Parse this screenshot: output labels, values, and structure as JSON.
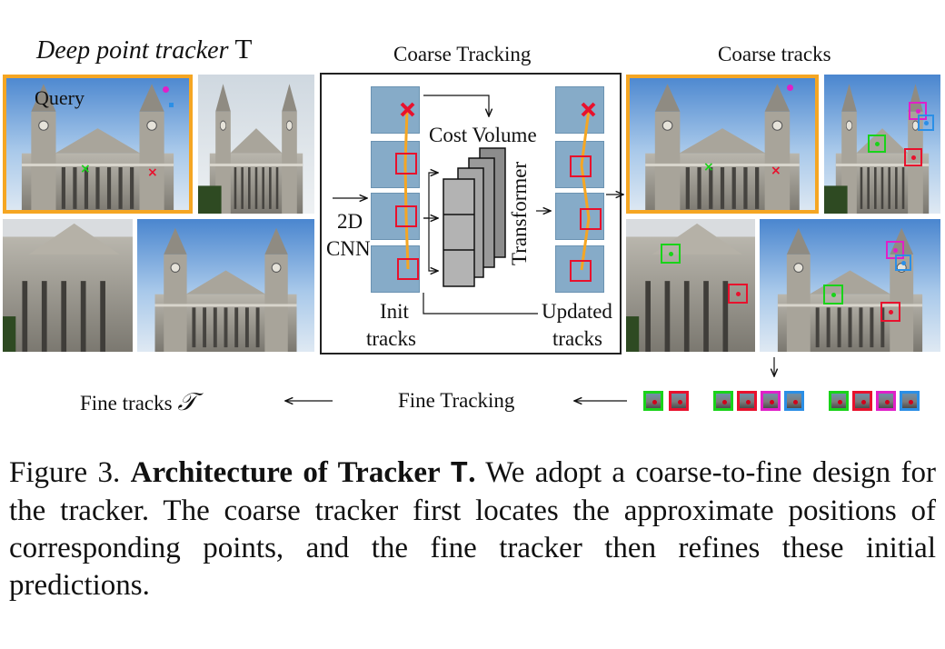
{
  "figure": {
    "title_main": "Deep point tracker ",
    "title_symbol": "T",
    "query_label": "Query",
    "coarse_tracking_label": "Coarse Tracking",
    "coarse_tracks_label": "Coarse tracks",
    "cost_volume_label": "Cost Volume",
    "transformer_label": "Transformer",
    "cnn_label_line1": "2D",
    "cnn_label_line2": "CNN",
    "init_tracks_line1": "Init",
    "init_tracks_line2": "tracks",
    "updated_tracks_line1": "Updated",
    "updated_tracks_line2": "tracks",
    "fine_tracks_label": "Fine tracks ",
    "fine_tracks_symbol": "𝒯",
    "fine_tracking_label": "Fine Tracking",
    "colors": {
      "query_border": "#f5a623",
      "red": "#e8112d",
      "green": "#19d319",
      "magenta": "#e020c8",
      "blue": "#2b8fe6"
    }
  },
  "caption": {
    "prefix": "Figure 3. ",
    "bold": "Architecture of Tracker ",
    "bold_mono": "T",
    "bold_end": ".",
    "text": " We adopt a coarse-to-fine design for the tracker. The coarse tracker first locates the approximate positions of corresponding points, and the fine tracker then refines these initial predictions."
  }
}
